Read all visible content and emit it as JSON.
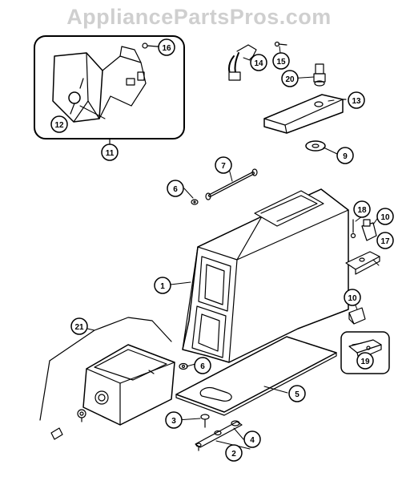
{
  "header": {
    "watermark": "AppliancePartsPros.com"
  },
  "colors": {
    "ink": "#000000",
    "paper": "#ffffff",
    "watermark": "#cfcfcf"
  },
  "callouts": [
    {
      "id": "c1",
      "label": "1"
    },
    {
      "id": "c2",
      "label": "2"
    },
    {
      "id": "c3",
      "label": "3"
    },
    {
      "id": "c4",
      "label": "4"
    },
    {
      "id": "c5",
      "label": "5"
    },
    {
      "id": "c6a",
      "label": "6"
    },
    {
      "id": "c6b",
      "label": "6"
    },
    {
      "id": "c7",
      "label": "7"
    },
    {
      "id": "c9",
      "label": "9"
    },
    {
      "id": "c10a",
      "label": "10"
    },
    {
      "id": "c10b",
      "label": "10"
    },
    {
      "id": "c11",
      "label": "11"
    },
    {
      "id": "c12",
      "label": "12"
    },
    {
      "id": "c13",
      "label": "13"
    },
    {
      "id": "c14",
      "label": "14"
    },
    {
      "id": "c15",
      "label": "15"
    },
    {
      "id": "c16",
      "label": "16"
    },
    {
      "id": "c17",
      "label": "17"
    },
    {
      "id": "c18",
      "label": "18"
    },
    {
      "id": "c19",
      "label": "19"
    },
    {
      "id": "c20",
      "label": "20"
    },
    {
      "id": "c21",
      "label": "21"
    }
  ]
}
